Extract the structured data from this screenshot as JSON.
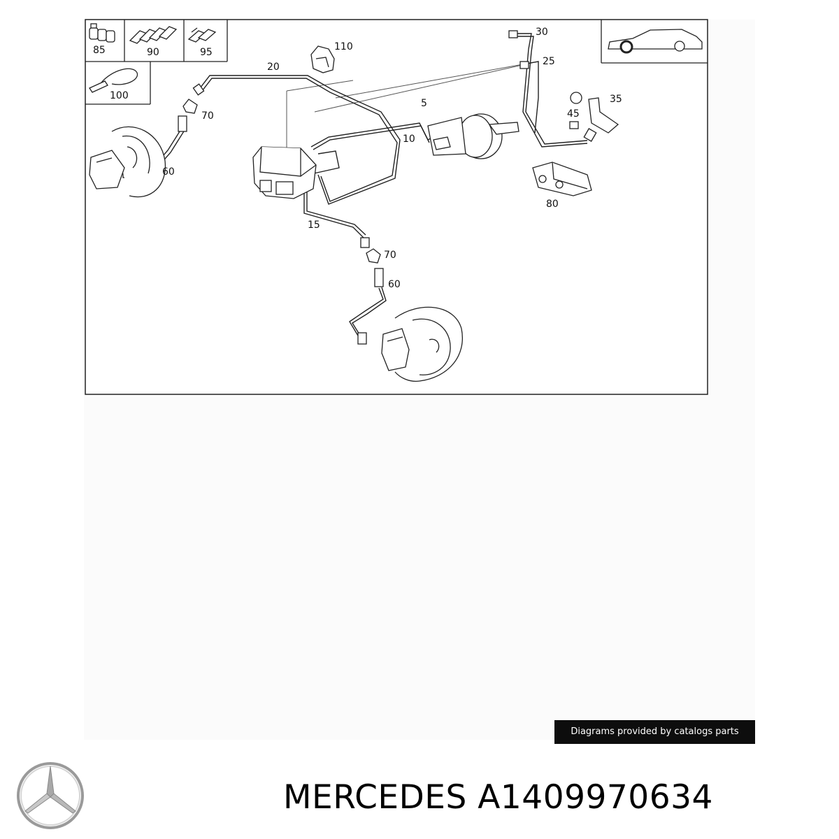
{
  "diagram": {
    "callouts": {
      "p85": "85",
      "p90": "90",
      "p95": "95",
      "p100": "100",
      "p110": "110",
      "p20": "20",
      "p30": "30",
      "p25": "25",
      "p5": "5",
      "p10": "10",
      "p35": "35",
      "p45": "45",
      "p70a": "70",
      "p60a": "60",
      "p15": "15",
      "p80": "80",
      "p70b": "70",
      "p60b": "60"
    },
    "credit": "Diagrams provided by catalogs parts"
  },
  "brand": {
    "logo_icon": "mercedes-star-icon",
    "title": "MERCEDES A1409970634"
  },
  "colors": {
    "line": "#222222",
    "credit_bg": "#0d0d0d",
    "backdrop": "#fbfbfb"
  }
}
